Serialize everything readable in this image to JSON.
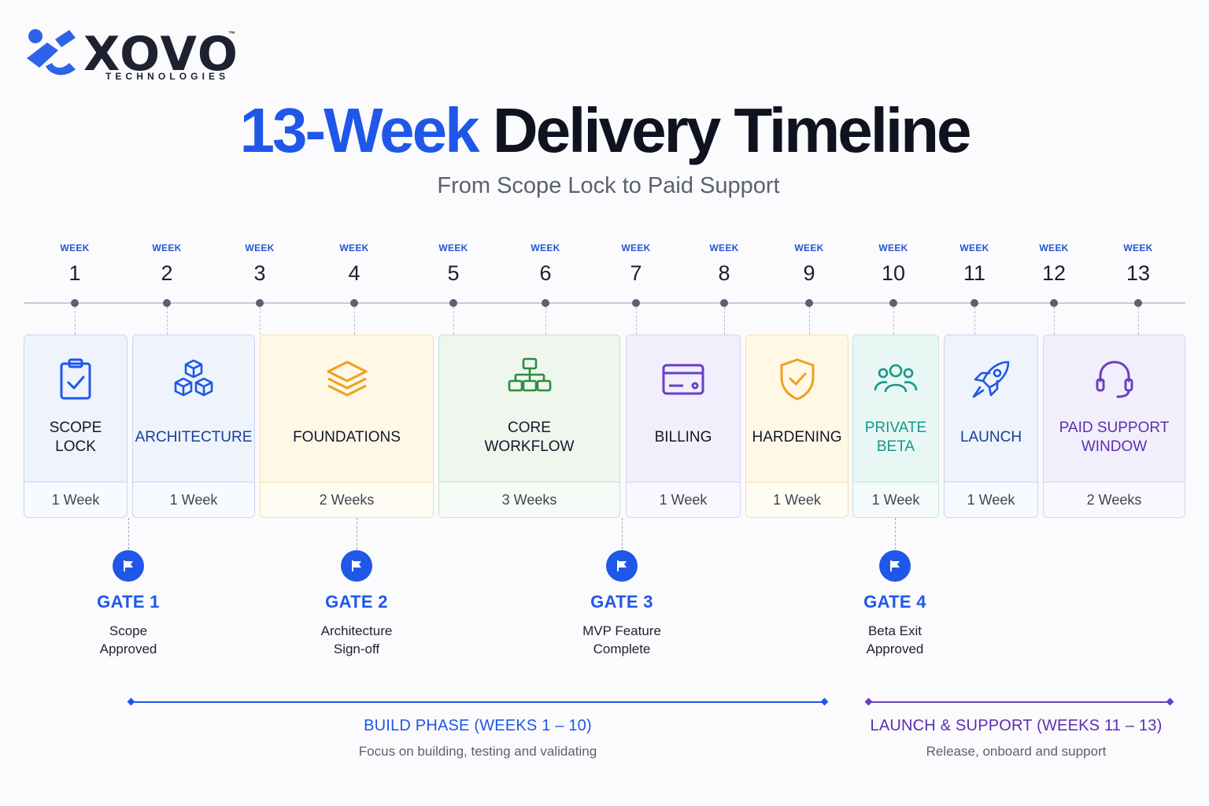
{
  "brand": {
    "name": "XOVO",
    "tm": "™",
    "tagline": "TECHNOLOGIES"
  },
  "header": {
    "title_accent": "13-Week",
    "title_rest": "Delivery Timeline",
    "subtitle": "From Scope Lock to Paid Support"
  },
  "weeks": [
    {
      "label": "WEEK",
      "number": "1"
    },
    {
      "label": "WEEK",
      "number": "2"
    },
    {
      "label": "WEEK",
      "number": "3"
    },
    {
      "label": "WEEK",
      "number": "4"
    },
    {
      "label": "WEEK",
      "number": "5"
    },
    {
      "label": "WEEK",
      "number": "6"
    },
    {
      "label": "WEEK",
      "number": "7"
    },
    {
      "label": "WEEK",
      "number": "8"
    },
    {
      "label": "WEEK",
      "number": "9"
    },
    {
      "label": "WEEK",
      "number": "10"
    },
    {
      "label": "WEEK",
      "number": "11"
    },
    {
      "label": "WEEK",
      "number": "12"
    },
    {
      "label": "WEEK",
      "number": "13"
    }
  ],
  "stages": [
    {
      "title_line1": "SCOPE",
      "title_line2": "LOCK",
      "duration": "1 Week",
      "icon": "clipboard-check-icon",
      "color": "#1f57e8"
    },
    {
      "title_line1": "ARCHITECTURE",
      "title_line2": "",
      "duration": "1 Week",
      "icon": "cubes-icon",
      "color": "#1f57e8"
    },
    {
      "title_line1": "FOUNDATIONS",
      "title_line2": "",
      "duration": "2 Weeks",
      "icon": "layers-icon",
      "color": "#f0a020"
    },
    {
      "title_line1": "CORE",
      "title_line2": "WORKFLOW",
      "duration": "3 Weeks",
      "icon": "workflow-icon",
      "color": "#2e8b3e"
    },
    {
      "title_line1": "BILLING",
      "title_line2": "",
      "duration": "1 Week",
      "icon": "credit-card-icon",
      "color": "#6a3fc4"
    },
    {
      "title_line1": "HARDENING",
      "title_line2": "",
      "duration": "1 Week",
      "icon": "shield-check-icon",
      "color": "#f0a020"
    },
    {
      "title_line1": "PRIVATE",
      "title_line2": "BETA",
      "duration": "1 Week",
      "icon": "users-icon",
      "color": "#14988a"
    },
    {
      "title_line1": "LAUNCH",
      "title_line2": "",
      "duration": "1 Week",
      "icon": "rocket-icon",
      "color": "#1f57e8"
    },
    {
      "title_line1": "PAID SUPPORT",
      "title_line2": "WINDOW",
      "duration": "2 Weeks",
      "icon": "headset-icon",
      "color": "#6a3fc4"
    }
  ],
  "gates": [
    {
      "title": "GATE 1",
      "desc_line1": "Scope",
      "desc_line2": "Approved"
    },
    {
      "title": "GATE 2",
      "desc_line1": "Architecture",
      "desc_line2": "Sign-off"
    },
    {
      "title": "GATE 3",
      "desc_line1": "MVP Feature",
      "desc_line2": "Complete"
    },
    {
      "title": "GATE 4",
      "desc_line1": "Beta Exit",
      "desc_line2": "Approved"
    }
  ],
  "phases": [
    {
      "title": "BUILD PHASE (WEEKS 1 – 10)",
      "desc": "Focus on building, testing and validating",
      "color": "#1f57e8"
    },
    {
      "title": "LAUNCH & SUPPORT (WEEKS 11 – 13)",
      "desc": "Release, onboard and support",
      "color": "#6a3fc4"
    }
  ]
}
